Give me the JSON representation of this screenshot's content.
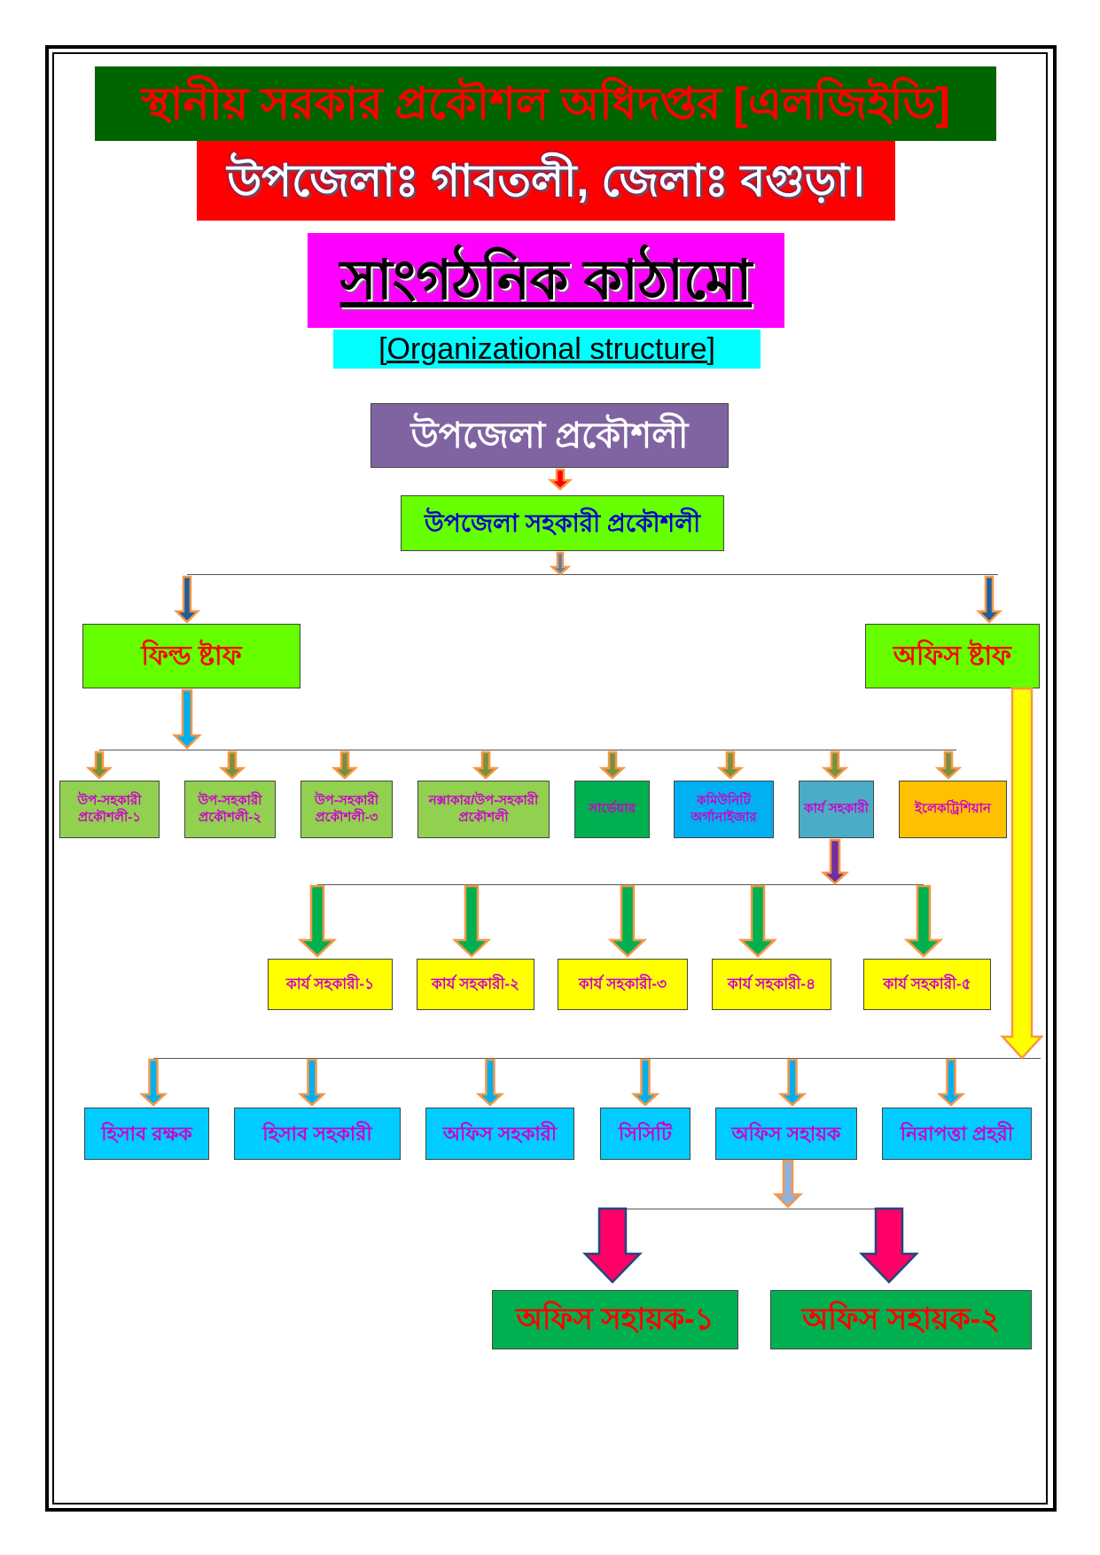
{
  "header": {
    "title": "স্থানীয় সরকার প্রকৌশল অধিদপ্তর [এলজিইডি]",
    "location": "উপজেলাঃ গাবতলী, জেলাঃ বগুড়া।",
    "heading": "সাংগঠনিক কাঠামো",
    "subheading": "[Organizational structure]"
  },
  "chart": {
    "head": "উপজেলা প্রকৌশলী",
    "assistant": "উপজেলা সহকারী প্রকৌশলী",
    "field_staff": "ফিল্ড ষ্টাফ",
    "office_staff": "অফিস ষ্টাফ",
    "field_roles": [
      "উপ-সহকারী প্রকৌশলী-১",
      "উপ-সহকারী প্রকৌশলী-২",
      "উপ-সহকারী প্রকৌশলী-৩",
      "নক্সাকার/উপ-সহকারী প্রকৌশলী",
      "সার্ভেয়ার",
      "কমিউনিটি অর্গানাইজার",
      "কার্য সহকারী",
      "ইলেকট্রিশিয়ান"
    ],
    "work_assistants": [
      "কার্য সহকারী-১",
      "কার্য সহকারী-২",
      "কার্য সহকারী-৩",
      "কার্য সহকারী-৪",
      "কার্য সহকারী-৫"
    ],
    "office_roles": [
      "হিসাব রক্ষক",
      "হিসাব সহকারী",
      "অফিস সহকারী",
      "সিসিটি",
      "অফিস সহায়ক",
      "নিরাপত্তা প্রহরী"
    ],
    "office_helpers": [
      "অফিস সহায়ক-১",
      "অফিস সহায়ক-২"
    ]
  },
  "colors": {
    "title_bg": "#006400",
    "title_text": "#ff0000",
    "location_bg": "#ff0000",
    "heading_bg": "#ff00ff",
    "sub_bg": "#00ffff",
    "head_bg": "#8064a2",
    "green_bg": "#66ff00",
    "field_role_bg": "#92d050",
    "yellow": "#ffff00",
    "cyan": "#00ccff",
    "final_bg": "#00b050",
    "magenta_text": "#cc00cc"
  }
}
